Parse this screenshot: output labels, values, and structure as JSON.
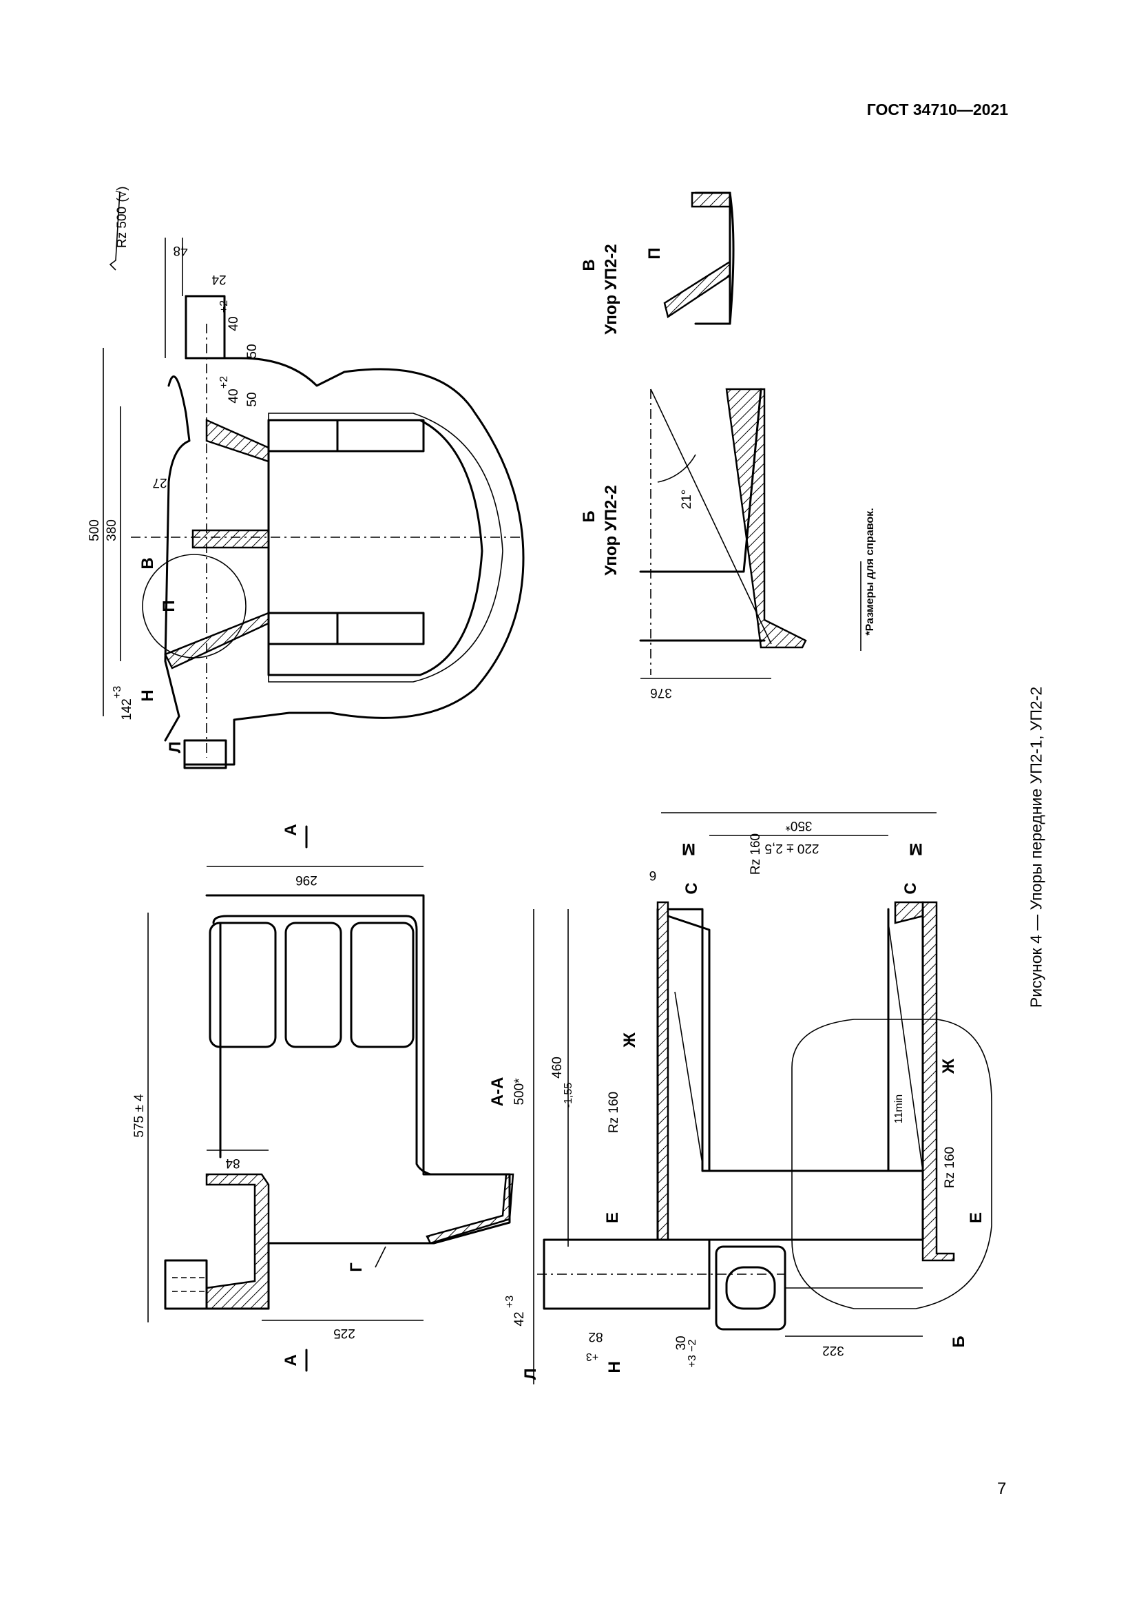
{
  "header": {
    "standard": "ГОСТ 34710—2021"
  },
  "page_number": "7",
  "figure": {
    "caption": "Рисунок 4 — Упоры передние УП2-1, УП2-2"
  },
  "footnote": "*Размеры для справок.",
  "roughness": {
    "general": "Rz 500",
    "surface": "Rz 160"
  },
  "views": {
    "section": "А-А",
    "detail_b_letter": "Б",
    "detail_b_title": "Упор УП2-2",
    "detail_v_letter": "В",
    "detail_v_title": "Упор УП2-2",
    "cut_mark": "А"
  },
  "letters": [
    "Л",
    "Н",
    "П",
    "В",
    "Г",
    "Е",
    "Ж",
    "С",
    "М",
    "Б"
  ],
  "dimensions": {
    "top_500": "500",
    "top_380": "380",
    "top_48": "48",
    "top_24": "24",
    "top_40a": "40",
    "top_40a_tol": "+2",
    "top_50a": "50",
    "top_40b": "40",
    "top_40b_tol": "+2",
    "top_50b": "50",
    "top_27": "27",
    "top_142": "142",
    "top_142_tol": "+3",
    "b_21": "21°",
    "b_376": "376",
    "left_575": "575 ± 4",
    "left_296": "296",
    "left_84": "84",
    "left_225": "225",
    "aa_500": "500*",
    "aa_460": "460",
    "aa_460_tol": "-1,55",
    "aa_350": "350*",
    "aa_220": "220 ± 2,5",
    "aa_6": "6",
    "aa_11": "11min",
    "aa_322": "322",
    "aa_42": "42",
    "aa_42_tol": "+3",
    "aa_82": "82",
    "aa_82_tol": "+3",
    "aa_30": "30",
    "aa_30_tol": "+3 −2"
  }
}
